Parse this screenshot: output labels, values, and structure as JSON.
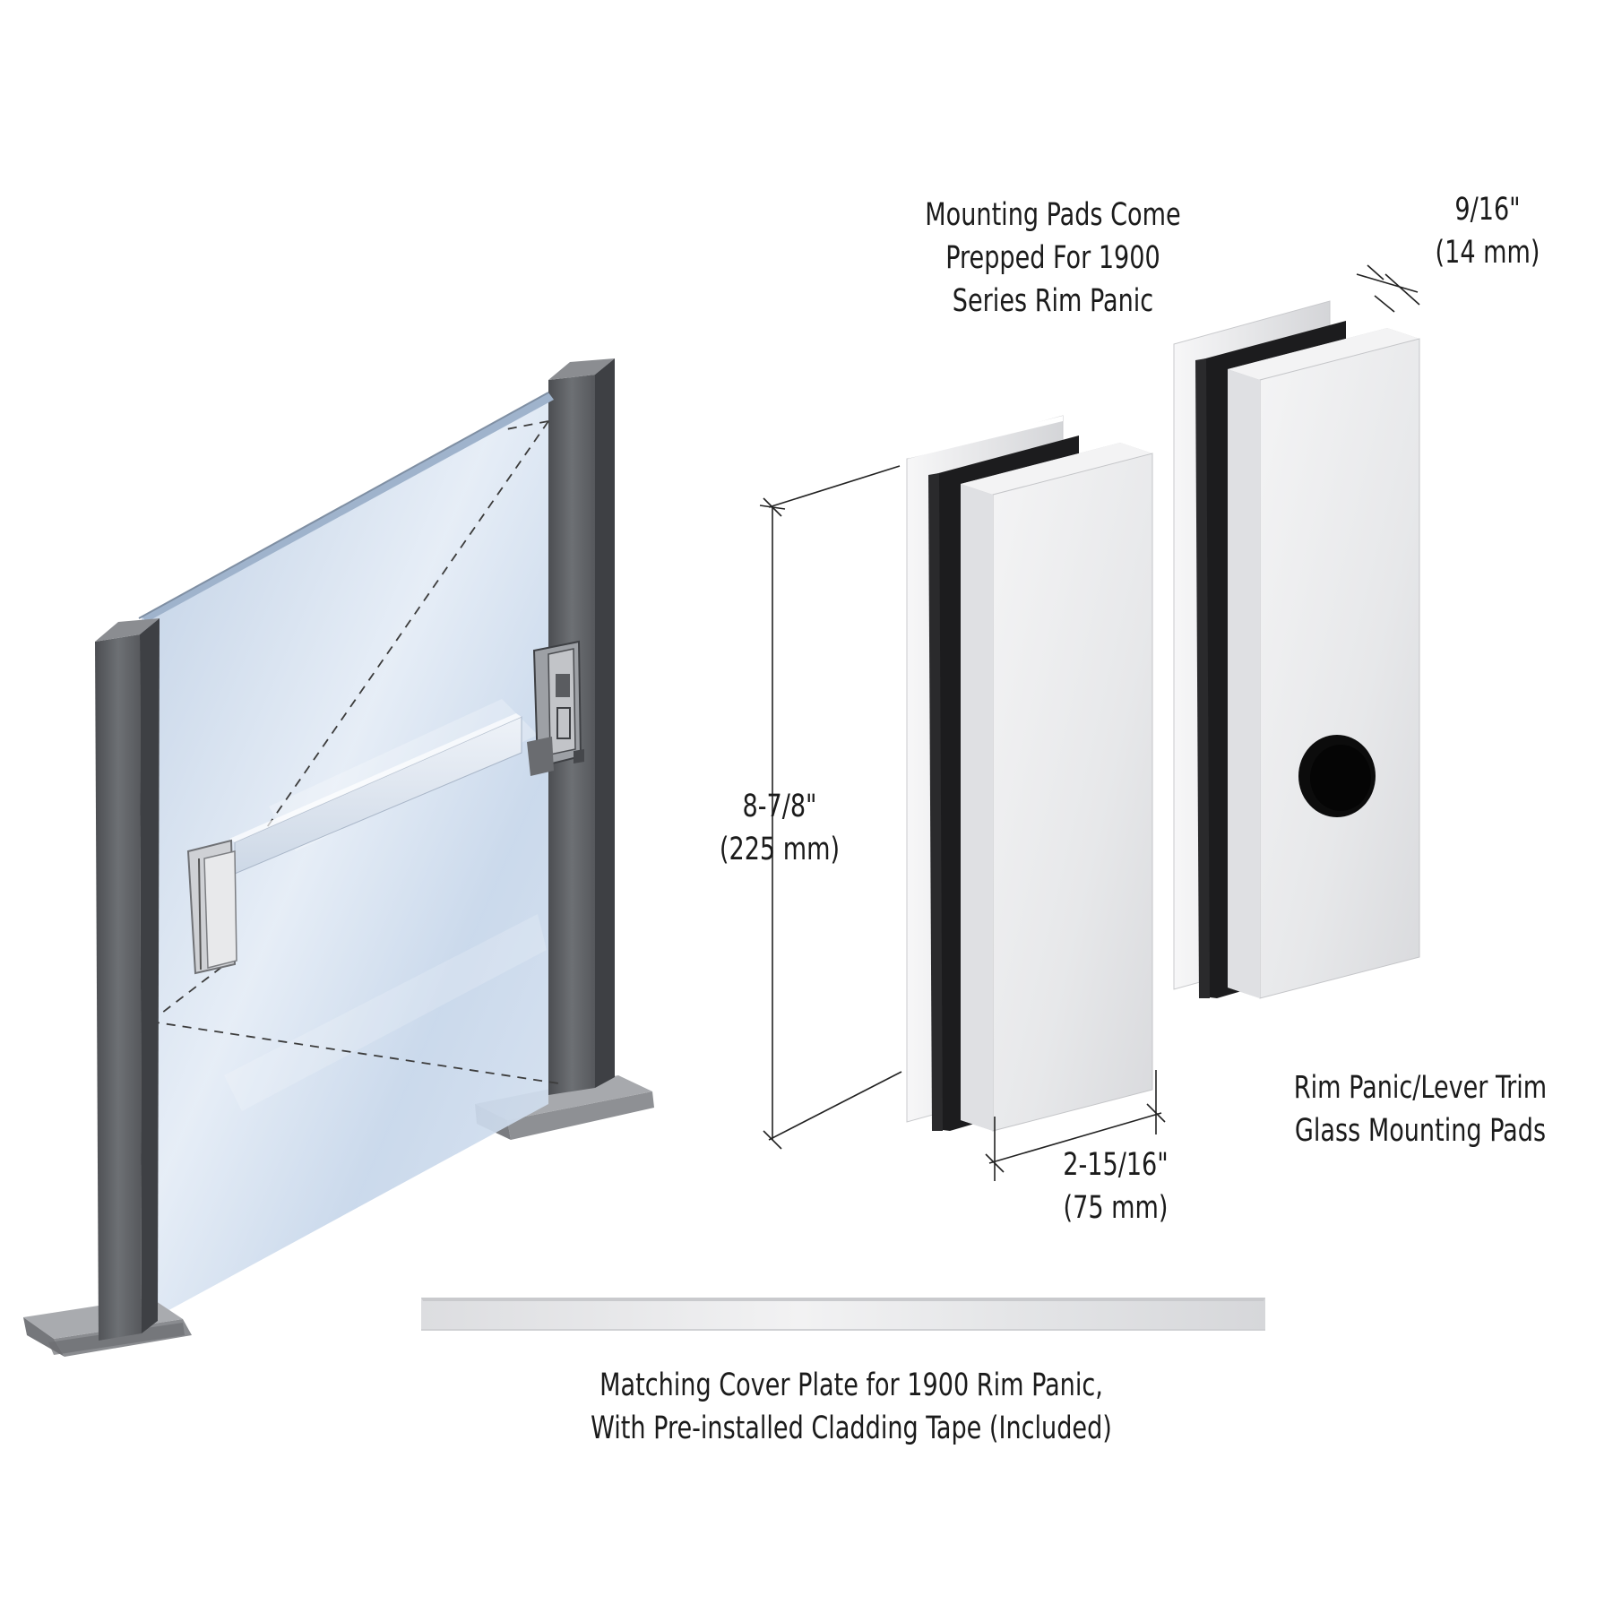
{
  "labels": {
    "mounting_pads": [
      "Mounting Pads Come",
      "Prepped For 1900",
      "Series Rim Panic"
    ],
    "thickness": [
      "9/16\"",
      "(14 mm)"
    ],
    "height": [
      "8-7/8\"",
      "(225 mm)"
    ],
    "width": [
      "2-15/16\"",
      "(75 mm)"
    ],
    "trim_pads": [
      "Rim Panic/Lever Trim",
      "Glass Mounting Pads"
    ],
    "cover_plate": [
      "Matching Cover Plate for 1900 Rim Panic,",
      "With Pre-installed Cladding Tape (Included)"
    ]
  },
  "colors": {
    "post": "#5e6064",
    "glass": "#c9d8ea",
    "pad": "#e9eaec",
    "gasket": "#1c1c1e",
    "hole": "#0c0c0c"
  }
}
